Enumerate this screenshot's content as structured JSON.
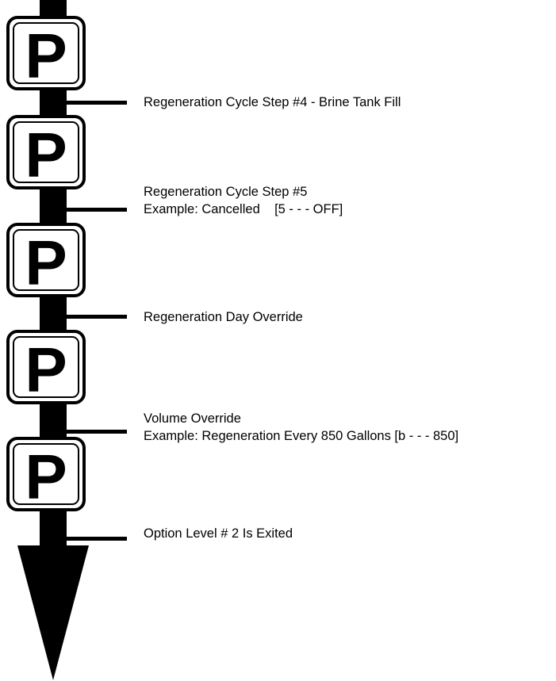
{
  "key_label": "P",
  "steps": [
    {
      "label": "Regeneration Cycle Step #4 - Brine Tank Fill"
    },
    {
      "label": "Regeneration Cycle Step #5",
      "example": "Example: Cancelled    [5 - - - OFF]"
    },
    {
      "label": "Regeneration Day Override"
    },
    {
      "label": "Volume Override",
      "example": "Example: Regeneration Every 850 Gallons [b - - - 850]"
    },
    {
      "label": "Option Level # 2 Is Exited"
    }
  ],
  "colors": {
    "ink": "#000000",
    "paper": "#ffffff"
  }
}
